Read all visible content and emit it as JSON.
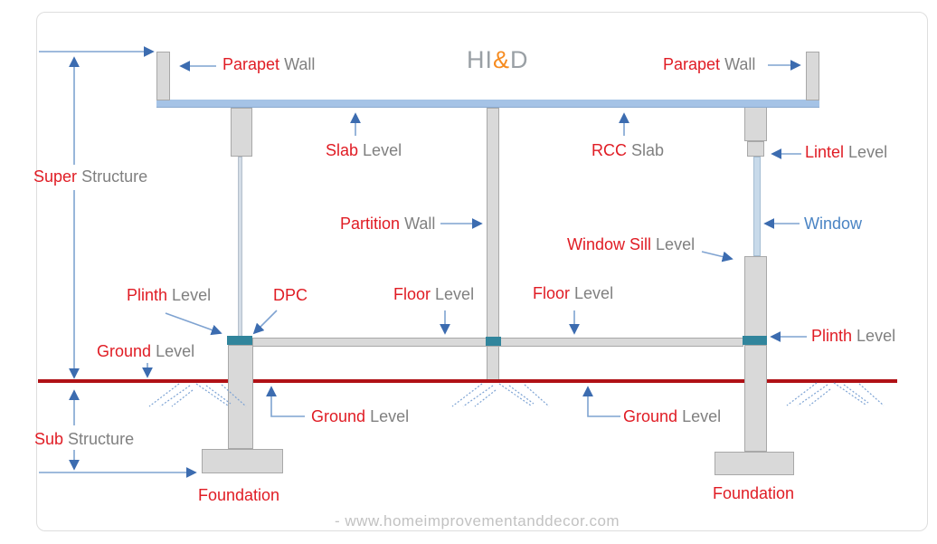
{
  "branding": {
    "logo": {
      "hi": "HI",
      "amp": "&",
      "d": "D"
    },
    "url_prefix": "-",
    "url": "www.homeimprovementanddecor.com"
  },
  "labels": {
    "parapet_left": {
      "primary": "Parapet",
      "secondary": "Wall"
    },
    "parapet_right": {
      "primary": "Parapet",
      "secondary": "Wall"
    },
    "super_structure": {
      "primary": "Super",
      "secondary": "Structure"
    },
    "slab_level": {
      "primary": "Slab",
      "secondary": "Level"
    },
    "rcc_slab": {
      "primary": "RCC",
      "secondary": "Slab"
    },
    "lintel_level": {
      "primary": "Lintel",
      "secondary": "Level"
    },
    "partition_wall": {
      "primary": "Partition",
      "secondary": "Wall"
    },
    "window": {
      "primary": "Window"
    },
    "window_sill_level": {
      "primary": "Window Sill",
      "secondary": "Level"
    },
    "plinth_level_left": {
      "primary": "Plinth",
      "secondary": "Level"
    },
    "dpc": {
      "primary": "DPC"
    },
    "floor_level_left": {
      "primary": "Floor",
      "secondary": "Level"
    },
    "floor_level_right": {
      "primary": "Floor",
      "secondary": "Level"
    },
    "ground_level_left": {
      "primary": "Ground",
      "secondary": "Level"
    },
    "ground_level_center": {
      "primary": "Ground",
      "secondary": "Level"
    },
    "ground_level_right": {
      "primary": "Ground",
      "secondary": "Level"
    },
    "plinth_level_right": {
      "primary": "Plinth",
      "secondary": "Level"
    },
    "sub_structure": {
      "primary": "Sub",
      "secondary": "Structure"
    },
    "foundation_left": {
      "primary": "Foundation"
    },
    "foundation_right": {
      "primary": "Foundation"
    }
  },
  "colors": {
    "term_red": "#e01c24",
    "term_gray": "#808080",
    "window_blue": "#4a84c4",
    "arrow_blue": "#3c6cb0",
    "slab_blue": "#a5c3e6",
    "wall_gray": "#d9d9d9",
    "dpc_teal": "#31859c",
    "ground_red": "#b01116",
    "logo_orange": "#f68b1f"
  }
}
